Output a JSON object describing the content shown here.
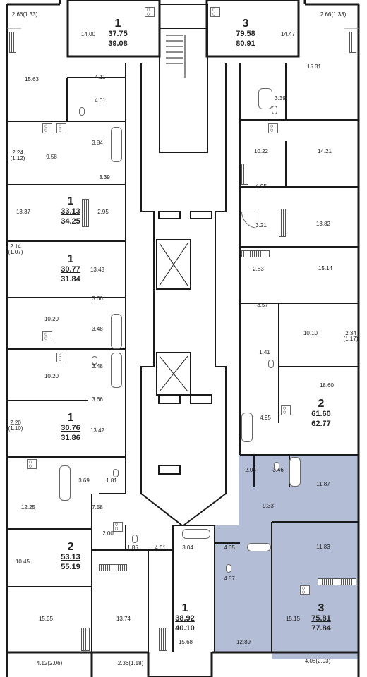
{
  "plan": {
    "highlight_color": "#b4bdd6",
    "wall_color": "#1a1a1a",
    "apartments": [
      {
        "rooms": "1",
        "total": "37.75",
        "total_with_balcony": "39.08"
      },
      {
        "rooms": "3",
        "total": "79.58",
        "total_with_balcony": "80.91"
      },
      {
        "rooms": "1",
        "total": "33.13",
        "total_with_balcony": "34.25"
      },
      {
        "rooms": "1",
        "total": "30.77",
        "total_with_balcony": "31.84"
      },
      {
        "rooms": "1",
        "total": "30.76",
        "total_with_balcony": "31.86"
      },
      {
        "rooms": "2",
        "total": "61.60",
        "total_with_balcony": "62.77"
      },
      {
        "rooms": "2",
        "total": "53.13",
        "total_with_balcony": "55.19"
      },
      {
        "rooms": "1",
        "total": "38.92",
        "total_with_balcony": "40.10"
      },
      {
        "rooms": "3",
        "total": "75.81",
        "total_with_balcony": "77.84"
      }
    ],
    "room_areas": [
      "2.66(1.33)",
      "14.00",
      "14.47",
      "2.66(1.33)",
      "15.63",
      "4.11",
      "4.01",
      "15.31",
      "3.39",
      "3.84",
      "9.58",
      "2.24\n(1.12)",
      "10.22",
      "14.21",
      "3.39",
      "4.95",
      "13.37",
      "2.95",
      "3.21",
      "13.82",
      "2.14\n(1.07)",
      "13.43",
      "2.83",
      "15.14",
      "3.66",
      "8.57",
      "10.20",
      "3.48",
      "10.10",
      "2.34\n(1.17)",
      "1.41",
      "3.48",
      "10.20",
      "18.60",
      "3.66",
      "4.95",
      "2.20\n(1.10)",
      "13.42",
      "2.06",
      "3.46",
      "3.69",
      "1.81",
      "11.87",
      "12.25",
      "7.58",
      "9.33",
      "2.00",
      "1.85",
      "4.61",
      "3.04",
      "4.65",
      "11.83",
      "10.45",
      "4.57",
      "15.35",
      "13.74",
      "15.15",
      "15.68",
      "12.89",
      "4.12(2.06)",
      "2.36(1.18)",
      "4.08(2.03)"
    ]
  }
}
